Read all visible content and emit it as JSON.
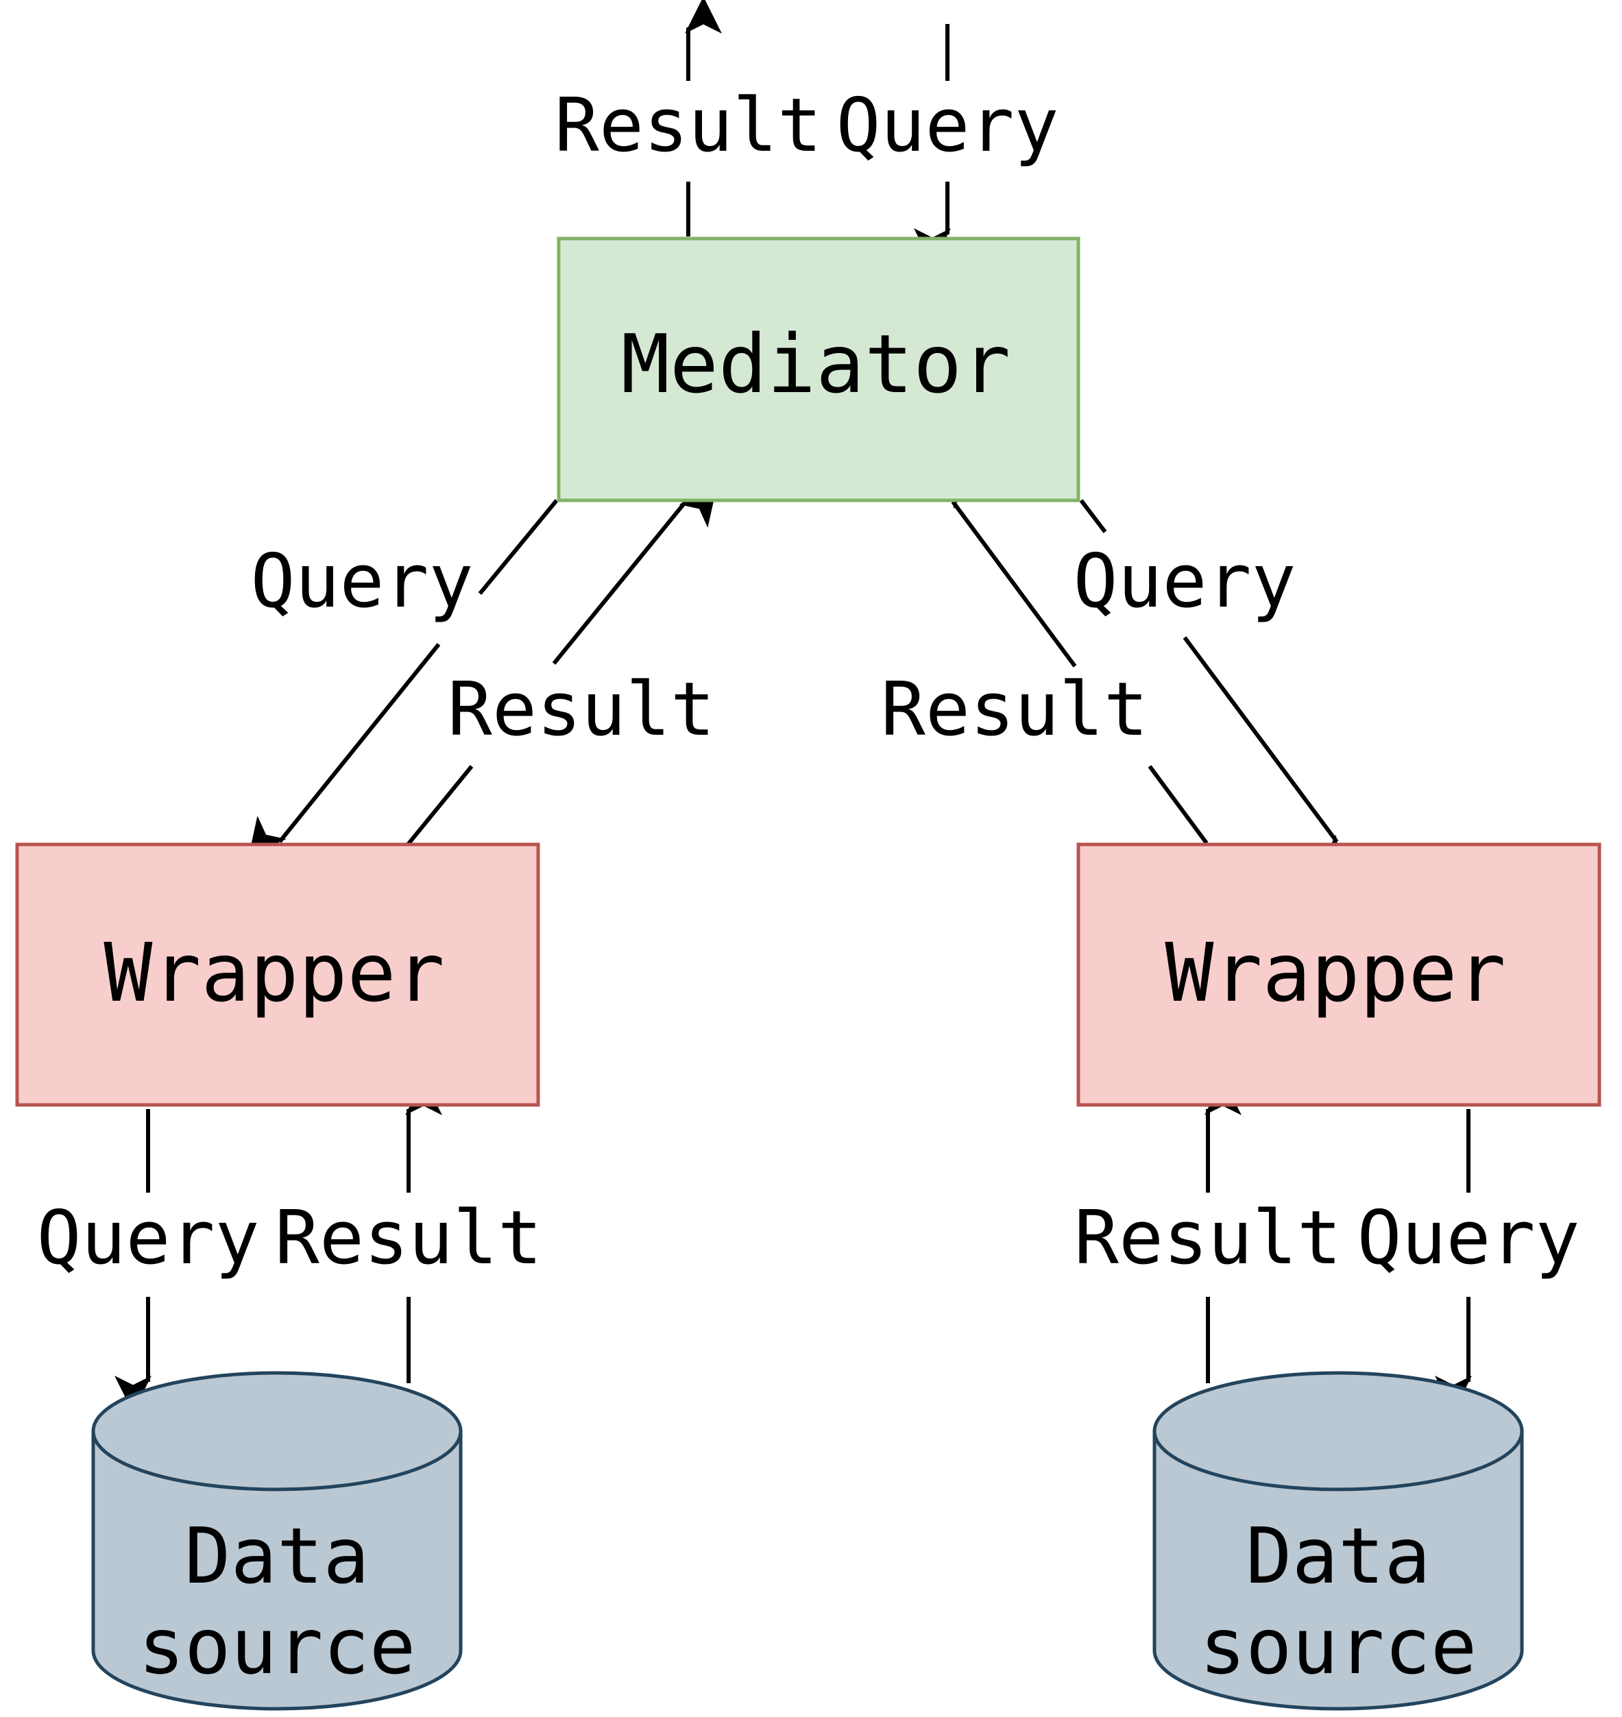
{
  "colors": {
    "mediator_fill": "#d5e8d4",
    "mediator_stroke": "#82b366",
    "wrapper_fill": "#f8cecc",
    "wrapper_stroke": "#b85450",
    "datasource_fill": "#bac8d3",
    "datasource_stroke": "#23445d",
    "line": "#000000"
  },
  "nodes": {
    "mediator": {
      "label": "Mediator"
    },
    "wrapper_left": {
      "label": "Wrapper"
    },
    "wrapper_right": {
      "label": "Wrapper"
    },
    "datasource_left": {
      "line1": "Data",
      "line2": "source"
    },
    "datasource_right": {
      "line1": "Data",
      "line2": "source"
    }
  },
  "edges": {
    "top_result": "Result",
    "top_query": "Query",
    "left_query": "Query",
    "left_result": "Result",
    "right_result": "Result",
    "right_query": "Query",
    "left_bottom_query": "Query",
    "left_bottom_result": "Result",
    "right_bottom_result": "Result",
    "right_bottom_query": "Query"
  }
}
